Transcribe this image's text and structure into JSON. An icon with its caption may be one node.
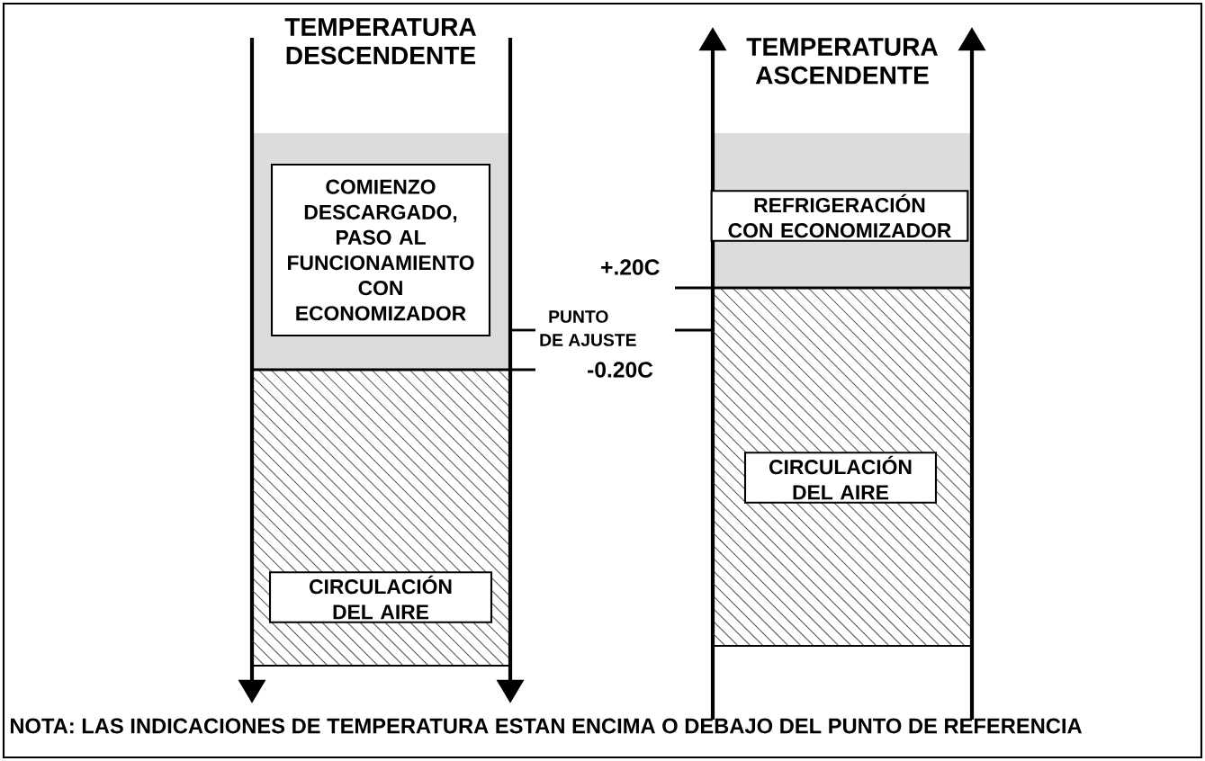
{
  "diagram": {
    "caption": "NOTA: LAS INDICACIONES DE TEMPERATURA ESTAN ENCIMA O DEBAJO DEL PUNTO DE REFERENCIA",
    "nodes": [
      {
        "text": [
          "COMIENZO DESCARGADO, PASO AL FUNCIONAMIENTO CON ECONOMIZADOR"
        ]
      },
      {
        "text": [
          "CIRCULACIÓN DEL AIRE"
        ]
      },
      {
        "text": [
          "REFRIGERACIÓN CON ECONOMIZADOR"
        ]
      },
      {
        "text": [
          "CIRCULACIÓN DEL AIRE"
        ]
      }
    ],
    "labels": [
      "TEMPERATURA DESCENDENTE",
      "TEMPERATURA ASCENDENTE",
      "+.20C",
      "PUNTO",
      "DE AJUSTE",
      "-0.20C"
    ]
  }
}
